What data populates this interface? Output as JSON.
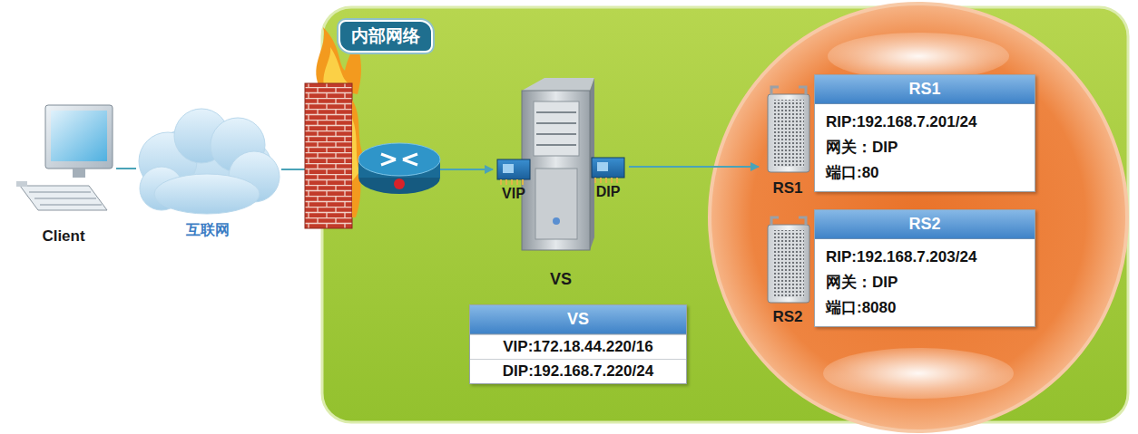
{
  "diagram": {
    "nodes": [
      {
        "text": [
          "内部网络"
        ]
      },
      {
        "text": [
          "Client"
        ]
      },
      {
        "text": [
          "互联网"
        ]
      },
      {
        "text": [
          "VIP",
          "DIP",
          "VS"
        ],
        "in": 0
      },
      {
        "text": [
          "VS",
          "VIP:172.18.44.220/16",
          "DIP:192.168.7.220/24"
        ],
        "in": 0
      },
      {
        "text": [
          "RS1",
          "RIP:192.168.7.201/24",
          "网关：DIP",
          "端口:80",
          "RS1"
        ],
        "in": 0
      },
      {
        "text": [
          "RS2",
          "RIP:192.168.7.203/24",
          "网关：DIP",
          "端口:8080",
          "RS2"
        ],
        "in": 0
      }
    ],
    "edges": [
      {
        "from": 1,
        "to": 2,
        "arrow": "none"
      },
      {
        "from": 2,
        "to": 3,
        "arrow": "to"
      },
      {
        "from": 3,
        "to": 5,
        "arrow": "to"
      }
    ]
  }
}
